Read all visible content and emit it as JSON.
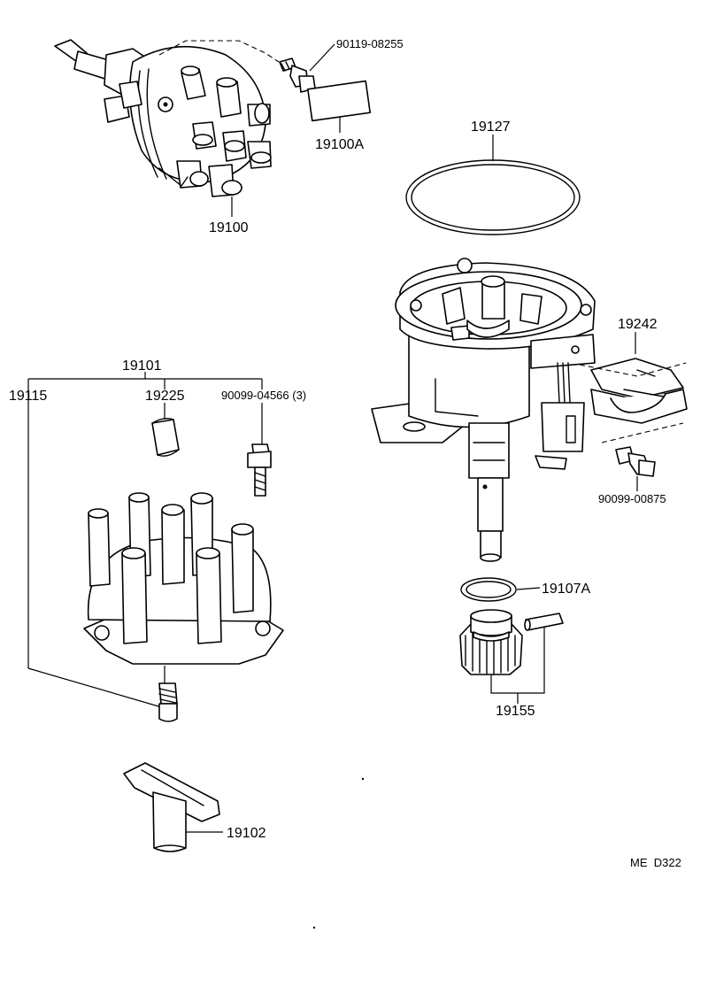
{
  "parts": {
    "p90119_08255": "90119-08255",
    "p19100A": "19100A",
    "p19100": "19100",
    "p19127": "19127",
    "p19242": "19242",
    "p19101": "19101",
    "p19115": "19115",
    "p19225": "19225",
    "p90099_04566": "90099-04566 (3)",
    "p90099_00875": "90099-00875",
    "p19107A": "19107A",
    "p19155": "19155",
    "p19102": "19102"
  },
  "diagram_code": "ME  D322"
}
